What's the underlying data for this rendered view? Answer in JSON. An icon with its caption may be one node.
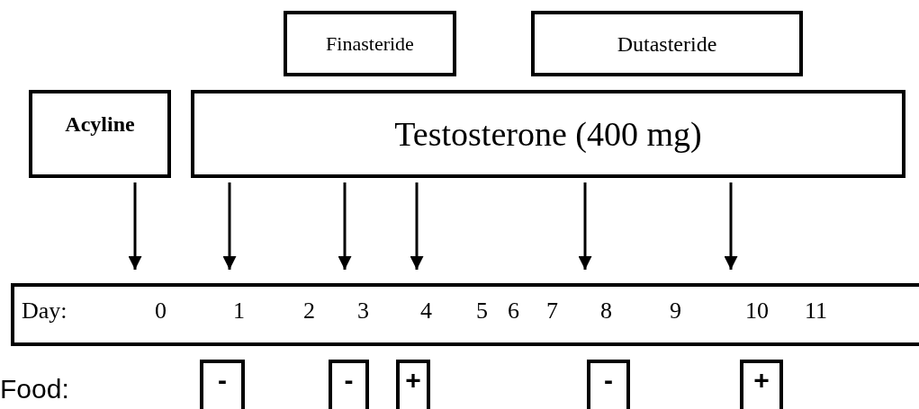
{
  "diagram": {
    "nodes": [
      {
        "text": [
          "Finasteride"
        ]
      },
      {
        "text": [
          "Dutasteride"
        ]
      },
      {
        "text": [
          "Acyline"
        ]
      },
      {
        "text": [
          "Testosterone (400 mg)"
        ]
      },
      {
        "text": [
          "Day:",
          "0",
          "1",
          "2",
          "3",
          "4",
          "5",
          "6",
          "7",
          "8",
          "9",
          "10",
          "11"
        ]
      },
      {
        "text": [
          "-"
        ]
      },
      {
        "text": [
          "-"
        ]
      },
      {
        "text": [
          "+"
        ]
      },
      {
        "text": [
          "-"
        ]
      },
      {
        "text": [
          "+"
        ]
      }
    ],
    "edges": [
      {
        "from": 2,
        "to": 4,
        "arrow": "to"
      },
      {
        "from": 3,
        "to": 4,
        "arrow": "to"
      },
      {
        "from": 3,
        "to": 4,
        "arrow": "to"
      },
      {
        "from": 3,
        "to": 4,
        "arrow": "to"
      },
      {
        "from": 3,
        "to": 4,
        "arrow": "to"
      },
      {
        "from": 3,
        "to": 4,
        "arrow": "to"
      }
    ],
    "labels": [
      "Food:"
    ]
  }
}
